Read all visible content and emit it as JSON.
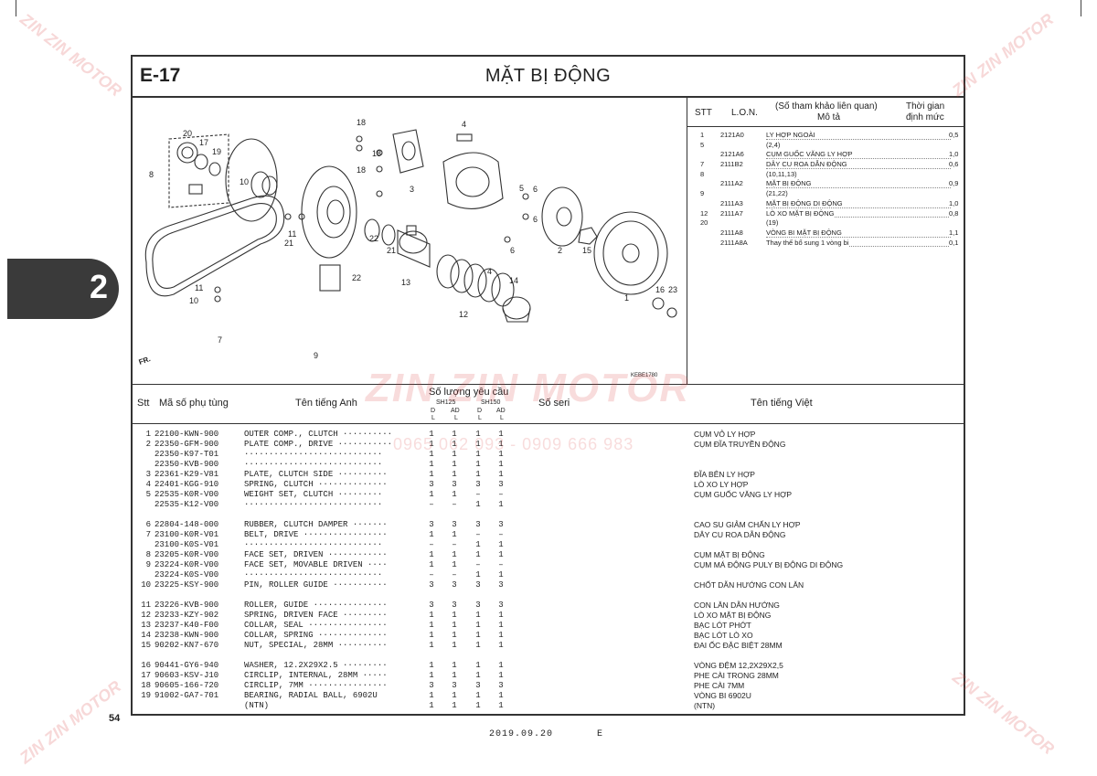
{
  "header": {
    "code": "E-17",
    "title": "MẶT BỊ ĐỘNG"
  },
  "side_tab": "2",
  "page_number": "54",
  "footer": {
    "date": "2019.09.20",
    "letter": "E"
  },
  "watermark": {
    "brand": "ZIN ZIN MOTOR",
    "phone": "0965 062 093 - 0909 666 983"
  },
  "diagram": {
    "code": "KEBE1780",
    "labels": [
      "1",
      "2",
      "3",
      "4",
      "4",
      "5",
      "6",
      "6",
      "6",
      "7",
      "8",
      "9",
      "10",
      "10",
      "11",
      "11",
      "12",
      "13",
      "14",
      "15",
      "16",
      "17",
      "18",
      "18",
      "18",
      "19",
      "20",
      "21",
      "21",
      "22",
      "22",
      "23"
    ],
    "arrow_label": "FR."
  },
  "ref_table": {
    "headers": {
      "stt": "STT",
      "lon": "L.O.N.",
      "ref": "(Số tham khảo liên quan)",
      "desc": "Mô tả",
      "time1": "Thời gian",
      "time2": "định mức"
    },
    "rows": [
      {
        "stt": "1",
        "lon": "2121A0",
        "desc": "LY HỢP NGOÀI",
        "time": "0,5"
      },
      {
        "stt": "5",
        "lon": "",
        "desc": "(2,4)",
        "time": ""
      },
      {
        "stt": "",
        "lon": "2121A6",
        "desc": "CỤM GUỐC VĂNG LY HỢP",
        "time": "1,0"
      },
      {
        "stt": "7",
        "lon": "2111B2",
        "desc": "DÂY CU ROA DẪN ĐỘNG",
        "time": "0,6"
      },
      {
        "stt": "8",
        "lon": "",
        "desc": "(10,11,13)",
        "time": ""
      },
      {
        "stt": "",
        "lon": "2111A2",
        "desc": "MẶT BỊ ĐỘNG",
        "time": "0,9"
      },
      {
        "stt": "9",
        "lon": "",
        "desc": "(21,22)",
        "time": ""
      },
      {
        "stt": "",
        "lon": "2111A3",
        "desc": "MẶT BỊ ĐỘNG DI ĐỘNG",
        "time": "1,0"
      },
      {
        "stt": "12",
        "lon": "2111A7",
        "desc": "LÒ XO MẶT BỊ ĐỘNG",
        "time": "0,8"
      },
      {
        "stt": "20",
        "lon": "",
        "desc": "(19)",
        "time": ""
      },
      {
        "stt": "",
        "lon": "2111A8",
        "desc": "VÒNG BI MẶT BỊ ĐỘNG",
        "time": "1,1"
      },
      {
        "stt": "",
        "lon": "2111A8A",
        "desc": "Thay thế bổ sung 1 vòng bi",
        "time": "0,1"
      }
    ]
  },
  "parts_table": {
    "headers": {
      "stt": "Stt",
      "part_no": "Mã số phụ tùng",
      "en_name": "Tên tiếng Anh",
      "qty": "Số lượng yêu cầu",
      "col_a": "SH125",
      "col_b": "SH150",
      "d": "D",
      "ad": "AD",
      "l": "L",
      "serial": "Số seri",
      "vn_name": "Tên tiếng Việt"
    },
    "rows": [
      {
        "stt": "1",
        "part": "22100-KWN-900",
        "en": "OUTER COMP., CLUTCH ··········",
        "q": [
          "1",
          "1",
          "1",
          "1"
        ],
        "vn": "CỤM VỎ LY HỢP"
      },
      {
        "stt": "2",
        "part": "22350-GFM-900",
        "en": "PLATE COMP., DRIVE ···········",
        "q": [
          "1",
          "1",
          "1",
          "1"
        ],
        "vn": "CỤM ĐĨA TRUYỀN ĐỘNG"
      },
      {
        "stt": "",
        "part": "22350-K97-T01",
        "en": " ····························",
        "q": [
          "1",
          "1",
          "1",
          "1"
        ],
        "vn": ""
      },
      {
        "stt": "",
        "part": "22350-KVB-900",
        "en": " ····························",
        "q": [
          "1",
          "1",
          "1",
          "1"
        ],
        "vn": ""
      },
      {
        "stt": "3",
        "part": "22361-K29-V81",
        "en": "PLATE, CLUTCH SIDE ··········",
        "q": [
          "1",
          "1",
          "1",
          "1"
        ],
        "vn": "ĐĨA BÊN LY HỢP"
      },
      {
        "stt": "4",
        "part": "22401-KGG-910",
        "en": "SPRING, CLUTCH ··············",
        "q": [
          "3",
          "3",
          "3",
          "3"
        ],
        "vn": "LÒ XO LY HỢP"
      },
      {
        "stt": "5",
        "part": "22535-K0R-V00",
        "en": "WEIGHT SET, CLUTCH ·········",
        "q": [
          "1",
          "1",
          "–",
          "–"
        ],
        "vn": "CỤM GUỐC VĂNG LY HỢP"
      },
      {
        "stt": "",
        "part": "22535-K12-V00",
        "en": " ····························",
        "q": [
          "–",
          "–",
          "1",
          "1"
        ],
        "vn": ""
      },
      {
        "stt": "",
        "part": "",
        "en": "",
        "q": [
          "",
          "",
          "",
          ""
        ],
        "vn": ""
      },
      {
        "stt": "6",
        "part": "22804-148-000",
        "en": "RUBBER, CLUTCH DAMPER ·······",
        "q": [
          "3",
          "3",
          "3",
          "3"
        ],
        "vn": "CAO SU GIẢM CHẤN LY HỢP"
      },
      {
        "stt": "7",
        "part": "23100-K0R-V01",
        "en": "BELT, DRIVE ·················",
        "q": [
          "1",
          "1",
          "–",
          "–"
        ],
        "vn": "DÂY CU ROA DẪN ĐỘNG"
      },
      {
        "stt": "",
        "part": "23100-K0S-V01",
        "en": " ····························",
        "q": [
          "–",
          "–",
          "1",
          "1"
        ],
        "vn": ""
      },
      {
        "stt": "8",
        "part": "23205-K0R-V00",
        "en": "FACE SET, DRIVEN ············",
        "q": [
          "1",
          "1",
          "1",
          "1"
        ],
        "vn": "CỤM MẶT BỊ ĐỘNG"
      },
      {
        "stt": "9",
        "part": "23224-K0R-V00",
        "en": "FACE SET, MOVABLE DRIVEN ····",
        "q": [
          "1",
          "1",
          "–",
          "–"
        ],
        "vn": "CỤM MÁ ĐỘNG PULY BỊ ĐỘNG DI ĐỘNG"
      },
      {
        "stt": "",
        "part": "23224-K0S-V00",
        "en": " ····························",
        "q": [
          "–",
          "–",
          "1",
          "1"
        ],
        "vn": ""
      },
      {
        "stt": "10",
        "part": "23225-KSY-900",
        "en": "PIN, ROLLER GUIDE ···········",
        "q": [
          "3",
          "3",
          "3",
          "3"
        ],
        "vn": "CHỐT DẪN HƯỚNG CON LĂN"
      },
      {
        "stt": "",
        "part": "",
        "en": "",
        "q": [
          "",
          "",
          "",
          ""
        ],
        "vn": ""
      },
      {
        "stt": "11",
        "part": "23226-KVB-900",
        "en": "ROLLER, GUIDE ···············",
        "q": [
          "3",
          "3",
          "3",
          "3"
        ],
        "vn": "CON LĂN DẪN HƯỚNG"
      },
      {
        "stt": "12",
        "part": "23233-KZY-902",
        "en": "SPRING, DRIVEN FACE ·········",
        "q": [
          "1",
          "1",
          "1",
          "1"
        ],
        "vn": "LÒ XO MẶT BỊ ĐỘNG"
      },
      {
        "stt": "13",
        "part": "23237-K40-F00",
        "en": "COLLAR, SEAL ················",
        "q": [
          "1",
          "1",
          "1",
          "1"
        ],
        "vn": "BẠC LÓT PHỚT"
      },
      {
        "stt": "14",
        "part": "23238-KWN-900",
        "en": "COLLAR, SPRING ··············",
        "q": [
          "1",
          "1",
          "1",
          "1"
        ],
        "vn": "BẠC LÓT LÒ XO"
      },
      {
        "stt": "15",
        "part": "90202-KN7-670",
        "en": "NUT, SPECIAL, 28MM ··········",
        "q": [
          "1",
          "1",
          "1",
          "1"
        ],
        "vn": "ĐAI ỐC ĐẶC BIỆT 28MM"
      },
      {
        "stt": "",
        "part": "",
        "en": "",
        "q": [
          "",
          "",
          "",
          ""
        ],
        "vn": ""
      },
      {
        "stt": "16",
        "part": "90441-GY6-940",
        "en": "WASHER, 12.2X29X2.5 ·········",
        "q": [
          "1",
          "1",
          "1",
          "1"
        ],
        "vn": "VÒNG ĐỆM 12,2X29X2,5"
      },
      {
        "stt": "17",
        "part": "90603-KSV-J10",
        "en": "CIRCLIP, INTERNAL, 28MM ·····",
        "q": [
          "1",
          "1",
          "1",
          "1"
        ],
        "vn": "PHE CÀI TRONG 28MM"
      },
      {
        "stt": "18",
        "part": "90605-166-720",
        "en": "CIRCLIP, 7MM ················",
        "q": [
          "3",
          "3",
          "3",
          "3"
        ],
        "vn": "PHE CÀI 7MM"
      },
      {
        "stt": "19",
        "part": "91002-GA7-701",
        "en": "BEARING, RADIAL BALL, 6902U",
        "q": [
          "1",
          "1",
          "1",
          "1"
        ],
        "vn": "VÒNG BI 6902U"
      },
      {
        "stt": "",
        "part": "",
        "en": "                      (NTN)",
        "q": [
          "1",
          "1",
          "1",
          "1"
        ],
        "vn": "                (NTN)"
      }
    ]
  }
}
